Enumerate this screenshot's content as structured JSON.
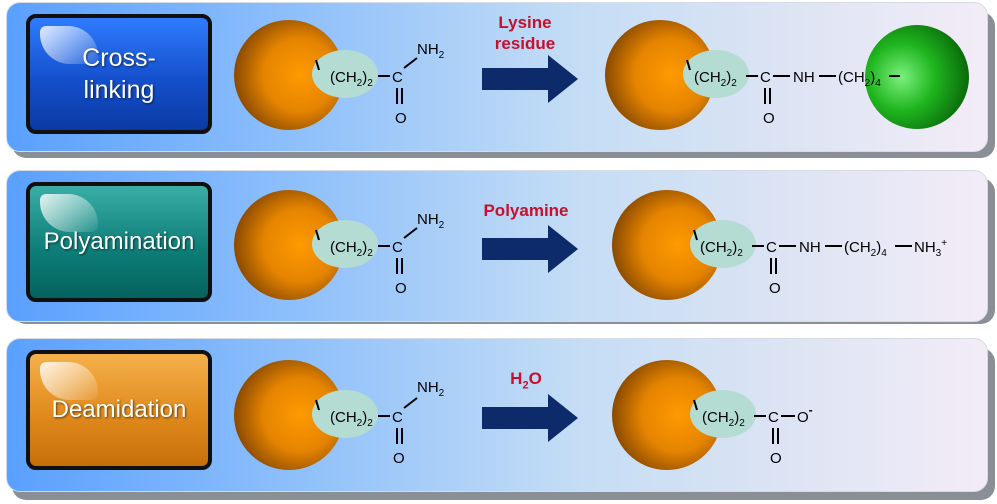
{
  "rows": [
    {
      "label": "Cross-\nlinking",
      "reagent": "Lysine\nresidue",
      "substrate_formula": {
        "group": "(CH",
        "sub2": "2",
        "close": ")",
        "sub_n": "2",
        "carbon": "C",
        "amine": "NH",
        "amine_sub": "2",
        "oxygen": "O"
      },
      "product_formula": {
        "group": "(CH",
        "sub2": "2",
        "close": ")",
        "sub_n": "2",
        "carbon": "C",
        "link": "NH",
        "chain": "(CH",
        "chain_sub": "2",
        "chain_close": ")",
        "chain_n": "4",
        "oxygen": "O"
      }
    },
    {
      "label": "Polyamination",
      "reagent": "Polyamine",
      "substrate_formula": {
        "group": "(CH",
        "sub2": "2",
        "close": ")",
        "sub_n": "2",
        "carbon": "C",
        "amine": "NH",
        "amine_sub": "2",
        "oxygen": "O"
      },
      "product_formula": {
        "group": "(CH",
        "sub2": "2",
        "close": ")",
        "sub_n": "2",
        "carbon": "C",
        "link": "NH",
        "chain": "(CH",
        "chain_sub": "2",
        "chain_close": ")",
        "chain_n": "4",
        "end": "NH",
        "end_sub": "3",
        "end_sup": "+",
        "oxygen": "O"
      }
    },
    {
      "label": "Deamidation",
      "reagent_main": "H",
      "reagent_sub": "2",
      "reagent_tail": "O",
      "substrate_formula": {
        "group": "(CH",
        "sub2": "2",
        "close": ")",
        "sub_n": "2",
        "carbon": "C",
        "amine": "NH",
        "amine_sub": "2",
        "oxygen": "O"
      },
      "product_formula": {
        "group": "(CH",
        "sub2": "2",
        "close": ")",
        "sub_n": "2",
        "carbon": "C",
        "anion": "O",
        "anion_sup": "-",
        "oxygen": "O"
      }
    }
  ],
  "colors": {
    "protein_sphere": "#f08c00",
    "lysine_sphere": "#1fb51f",
    "glutamine_blob": "#b4dcd2",
    "arrow": "#0d2a6b",
    "reagent_text": "#c8102e"
  }
}
